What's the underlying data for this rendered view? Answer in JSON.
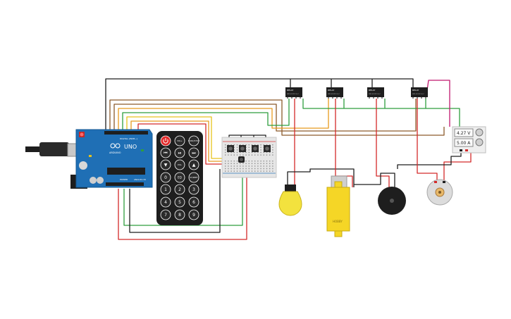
{
  "arduino": {
    "brand": "UNO",
    "maker": "ARDUINO",
    "digital_label": "DIGITAL (PWM~)",
    "power_label": "POWER",
    "analog_label": "ANALOG IN"
  },
  "remote": {
    "buttons": [
      {
        "label": "",
        "name": "power-button"
      },
      {
        "label": "VOL+",
        "name": "vol-up-button"
      },
      {
        "label": "FUNC/STOP",
        "name": "func-stop-button"
      },
      {
        "label": "⏮",
        "name": "prev-button"
      },
      {
        "label": "⏯",
        "name": "play-pause-button"
      },
      {
        "label": "⏭",
        "name": "next-button"
      },
      {
        "label": "▼",
        "name": "down-button"
      },
      {
        "label": "VOL-",
        "name": "vol-down-button"
      },
      {
        "label": "▲",
        "name": "up-button"
      },
      {
        "label": "0",
        "name": "digit-0-button"
      },
      {
        "label": "EQ",
        "name": "eq-button"
      },
      {
        "label": "ST/REPT",
        "name": "st-rept-button"
      },
      {
        "label": "1",
        "name": "digit-1-button"
      },
      {
        "label": "2",
        "name": "digit-2-button"
      },
      {
        "label": "3",
        "name": "digit-3-button"
      },
      {
        "label": "4",
        "name": "digit-4-button"
      },
      {
        "label": "5",
        "name": "digit-5-button"
      },
      {
        "label": "6",
        "name": "digit-6-button"
      },
      {
        "label": "7",
        "name": "digit-7-button"
      },
      {
        "label": "8",
        "name": "digit-8-button"
      },
      {
        "label": "9",
        "name": "digit-9-button"
      }
    ]
  },
  "relays": [
    {
      "label": "RELAY",
      "sub": "SRD-05VDC-SL-C"
    },
    {
      "label": "RELAY",
      "sub": "SRD-05VDC-SL-C"
    },
    {
      "label": "RELAY",
      "sub": "SRD-05VDC-SL-C"
    },
    {
      "label": "RELAY",
      "sub": "SRD-05VDC-SL-C"
    }
  ],
  "power_supply": {
    "voltage": "4.27 V",
    "current": "5.00 A"
  },
  "gear_motor": {
    "label": "HOBBY"
  },
  "colors": {
    "red": "#d42a2a",
    "black": "#1e1e1e",
    "green": "#2e9e3e",
    "brown": "#8c5a2b",
    "orange": "#e89b1e",
    "yellow": "#e6c21c",
    "magenta": "#c0176e"
  }
}
